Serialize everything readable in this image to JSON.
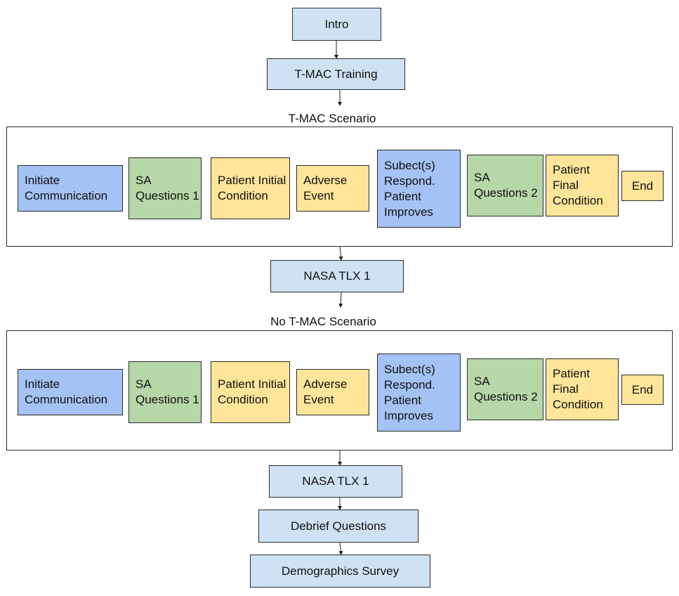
{
  "flow": {
    "intro": "Intro",
    "training": "T-MAC Training",
    "nasa_tlx_1": "NASA TLX 1",
    "nasa_tlx_2": "NASA TLX 1",
    "debrief": "Debrief Questions",
    "demographics": "Demographics Survey"
  },
  "scenarios": [
    {
      "title": "T-MAC Scenario",
      "steps": [
        "Initiate Communication",
        "SA Questions 1",
        "Patient Initial Condition",
        "Adverse Event",
        "Subect(s) Respond. Patient Improves",
        "SA Questions 2",
        "Patient Final Condition",
        "End"
      ]
    },
    {
      "title": "No T-MAC Scenario",
      "steps": [
        "Initiate Communication",
        "SA Questions 1",
        "Patient Initial Condition",
        "Adverse Event",
        "Subect(s) Respond. Patient Improves",
        "SA Questions 2",
        "Patient Final Condition",
        "End"
      ]
    }
  ],
  "colors": {
    "blue": "#a4c2f4",
    "light_blue": "#cfe2f3",
    "green": "#b6d7a8",
    "yellow": "#ffe599",
    "border": "#2b2b2b"
  }
}
